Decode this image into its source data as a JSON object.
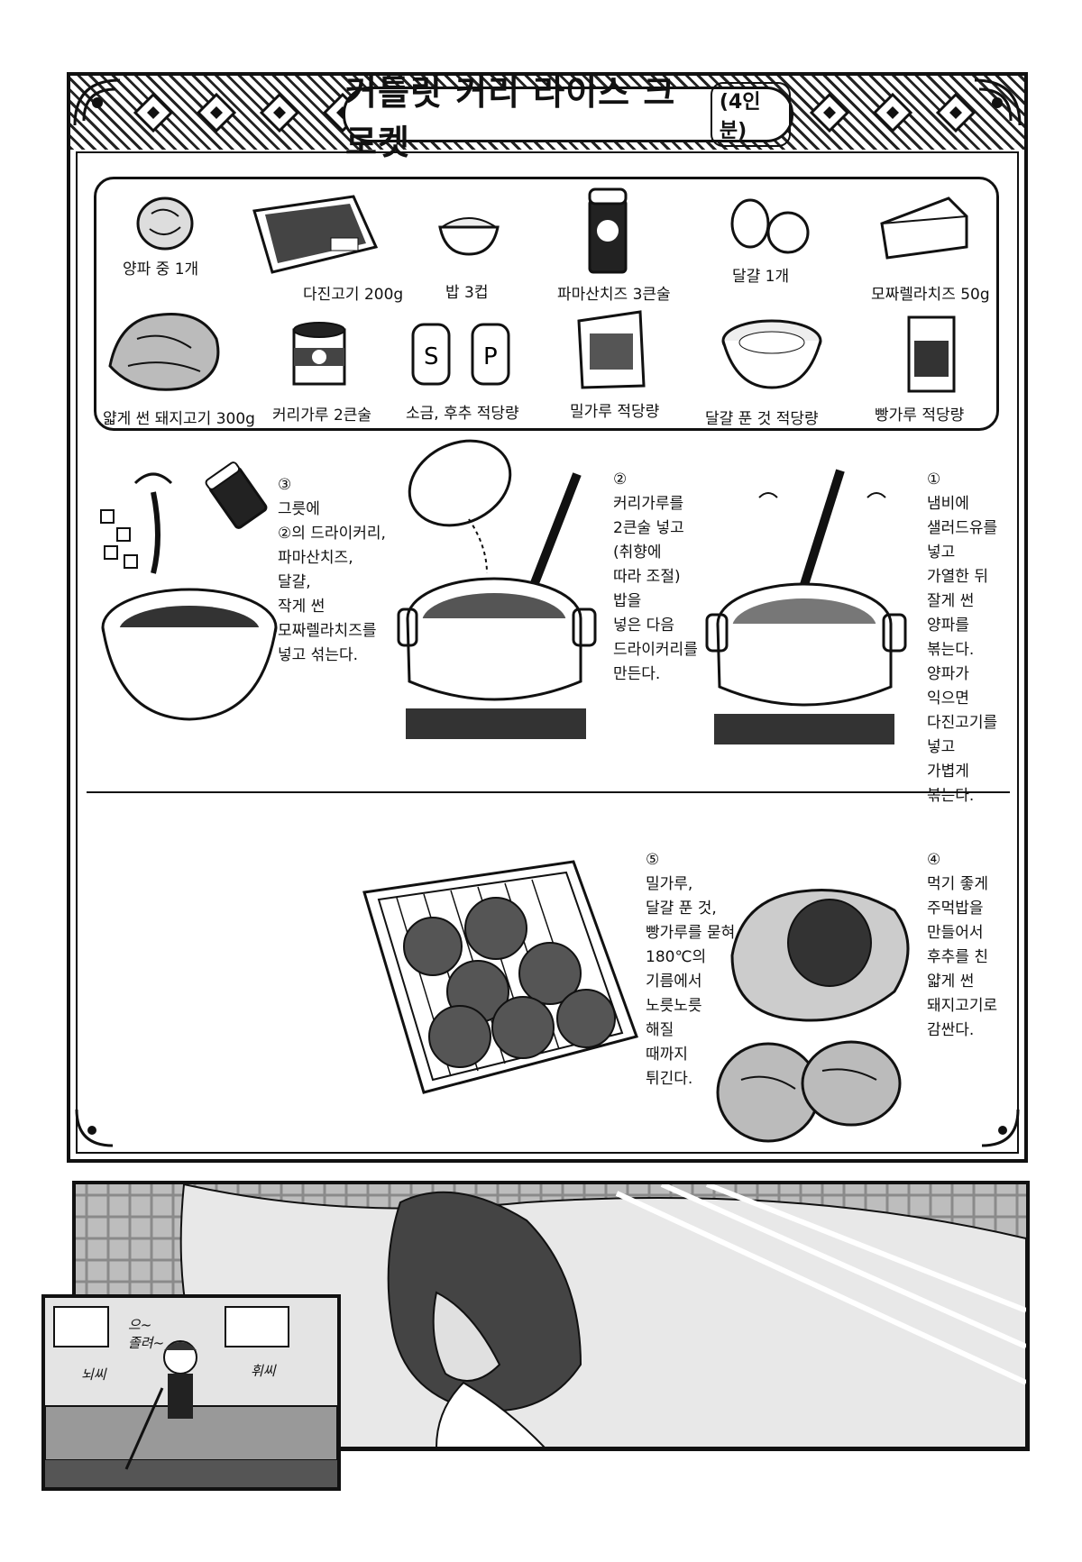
{
  "recipe": {
    "title": "커틀릿 커리 라이스 크로켓",
    "servings": "(4인분)"
  },
  "ingredients": [
    {
      "label": "양파 중 1개",
      "icon": "onion-icon"
    },
    {
      "label": "다진고기 200g",
      "icon": "minced-meat-tray-icon"
    },
    {
      "label": "밥 3컵",
      "icon": "rice-bowl-icon"
    },
    {
      "label": "파마산치즈 3큰술",
      "icon": "cheese-shaker-icon"
    },
    {
      "label": "달걀 1개",
      "icon": "egg-icon"
    },
    {
      "label": "모짜렐라치즈 50g",
      "icon": "mozzarella-icon"
    },
    {
      "label": "얇게 썬 돼지고기 300g",
      "icon": "sliced-pork-icon"
    },
    {
      "label": "커리가루 2큰술",
      "icon": "curry-can-icon"
    },
    {
      "label": "소금, 후추 적당량",
      "icon": "salt-pepper-icon"
    },
    {
      "label": "밀가루 적당량",
      "icon": "flour-bag-icon"
    },
    {
      "label": "달걀 푼 것 적당량",
      "icon": "beaten-egg-bowl-icon"
    },
    {
      "label": "빵가루 적당량",
      "icon": "breadcrumb-bag-icon"
    }
  ],
  "steps": [
    {
      "num": "①",
      "text": "냄비에\n샐러드유를\n넣고\n가열한 뒤\n잘게 썬\n양파를\n볶는다.\n양파가\n익으면\n다진고기를\n넣고\n가볍게\n볶는다."
    },
    {
      "num": "②",
      "text": "커리가루를\n2큰술 넣고\n(취향에\n따라 조절)\n밥을\n넣은 다음\n드라이커리를\n만든다."
    },
    {
      "num": "③",
      "text": "그릇에\n②의 드라이커리,\n파마산치즈,\n달걀,\n작게 썬\n모짜렐라치즈를\n넣고 섞는다."
    },
    {
      "num": "④",
      "text": "먹기 좋게\n주먹밥을\n만들어서\n후추를 친\n얇게 썬\n돼지고기로\n감싼다."
    },
    {
      "num": "⑤",
      "text": "밀가루,\n달걀 푼 것,\n빵가루를 묻혀\n180℃의\n기름에서\n노릇노릇\n해질\n때까지\n튀긴다."
    }
  ],
  "inset": {
    "sfx_left": "뇌씨",
    "sfx_center": "으~\n졸려~",
    "sfx_right": "휘씨"
  }
}
